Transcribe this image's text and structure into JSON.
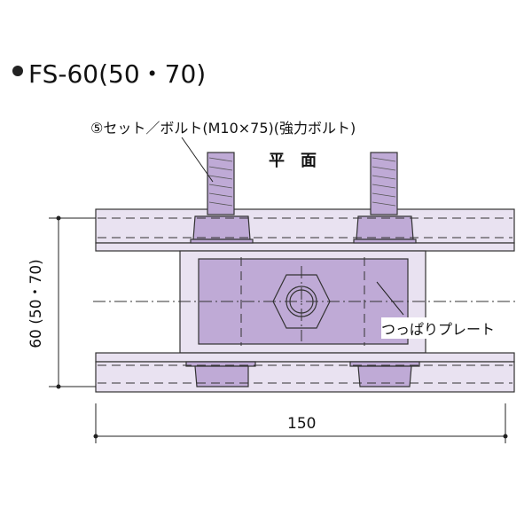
{
  "title": "FS-60(50・70)",
  "bolt_label": "⑤セット／ボルト(M10×75)(強力ボルト)",
  "view_label": "平　面",
  "plate_label": "つっぱりプレート",
  "dim_height": "60 (50・70)",
  "dim_width": "150",
  "colors": {
    "light": "#e9e2f1",
    "medium": "#bfaad6",
    "line": "#333333"
  }
}
